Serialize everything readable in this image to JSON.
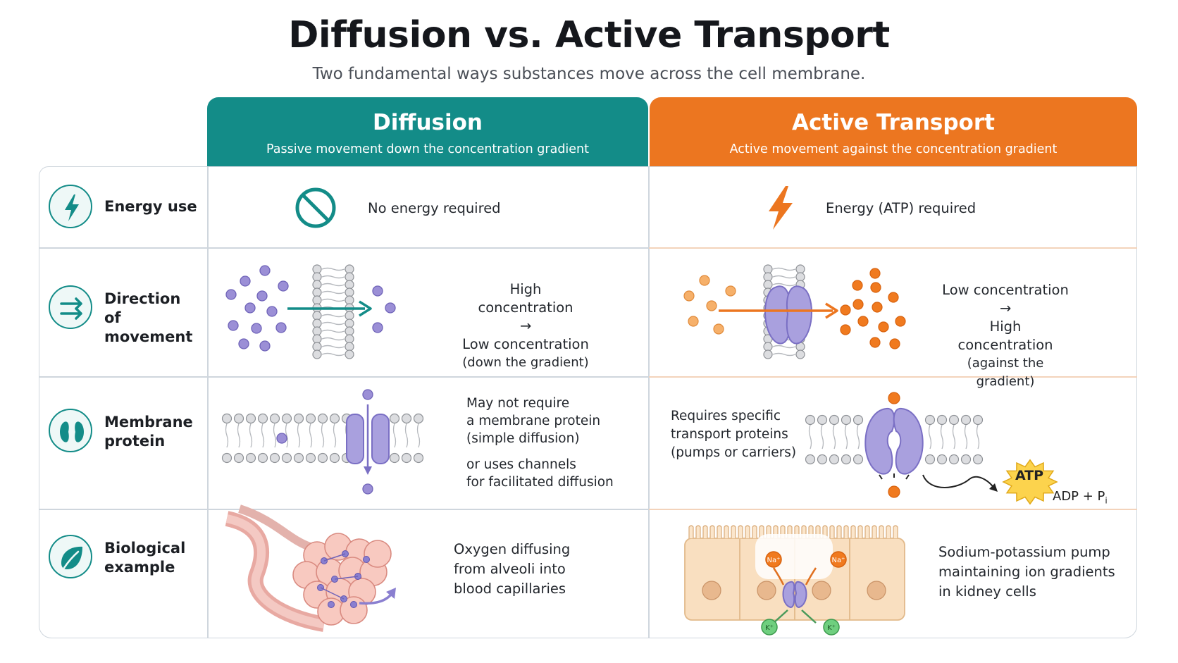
{
  "header": {
    "title": "Diffusion vs. Active Transport",
    "subtitle": "Two fundamental ways substances move across the cell membrane."
  },
  "columns": {
    "diffusion": {
      "title": "Diffusion",
      "subtitle": "Passive movement down the concentration gradient",
      "color": "#138c88"
    },
    "active": {
      "title": "Active Transport",
      "subtitle": "Active movement against the concentration gradient",
      "color": "#ec7620"
    }
  },
  "rows": {
    "energy": {
      "label": "Energy use",
      "diffusion_text": "No energy required",
      "active_text": "Energy (ATP) required",
      "icon": "lightning-icon"
    },
    "direction": {
      "label_1": "Direction",
      "label_2": "of movement",
      "diffusion_lines": [
        "High concentration",
        "→",
        "Low concentration",
        "(down the gradient)"
      ],
      "active_lines": [
        "Low concentration",
        "→",
        "High concentration",
        "(against the gradient)"
      ],
      "icon": "double-arrow-icon"
    },
    "protein": {
      "label_1": "Membrane",
      "label_2": "protein",
      "diffusion_lines_a": [
        "May not require",
        "a membrane protein",
        "(simple diffusion)"
      ],
      "diffusion_lines_b": [
        "or uses channels",
        "for facilitated diffusion"
      ],
      "active_lines": [
        "Requires specific",
        "transport proteins",
        "(pumps or carriers)"
      ],
      "atp_label": "ATP",
      "adp_label": "ADP + P",
      "adp_sub": "i",
      "icon": "channel-protein-icon"
    },
    "example": {
      "label_1": "Biological",
      "label_2": "example",
      "diffusion_lines": [
        "Oxygen diffusing",
        "from alveoli into",
        "blood capillaries"
      ],
      "active_lines": [
        "Sodium-potassium pump",
        "maintaining ion gradients",
        "in kidney cells"
      ],
      "na_label": "Na⁺",
      "k_label": "K⁺",
      "icon": "leaf-icon"
    }
  },
  "colors": {
    "teal": "#138c88",
    "orange": "#ec7620",
    "purple": "#9b8fd6",
    "line": "#cfd6dd"
  }
}
